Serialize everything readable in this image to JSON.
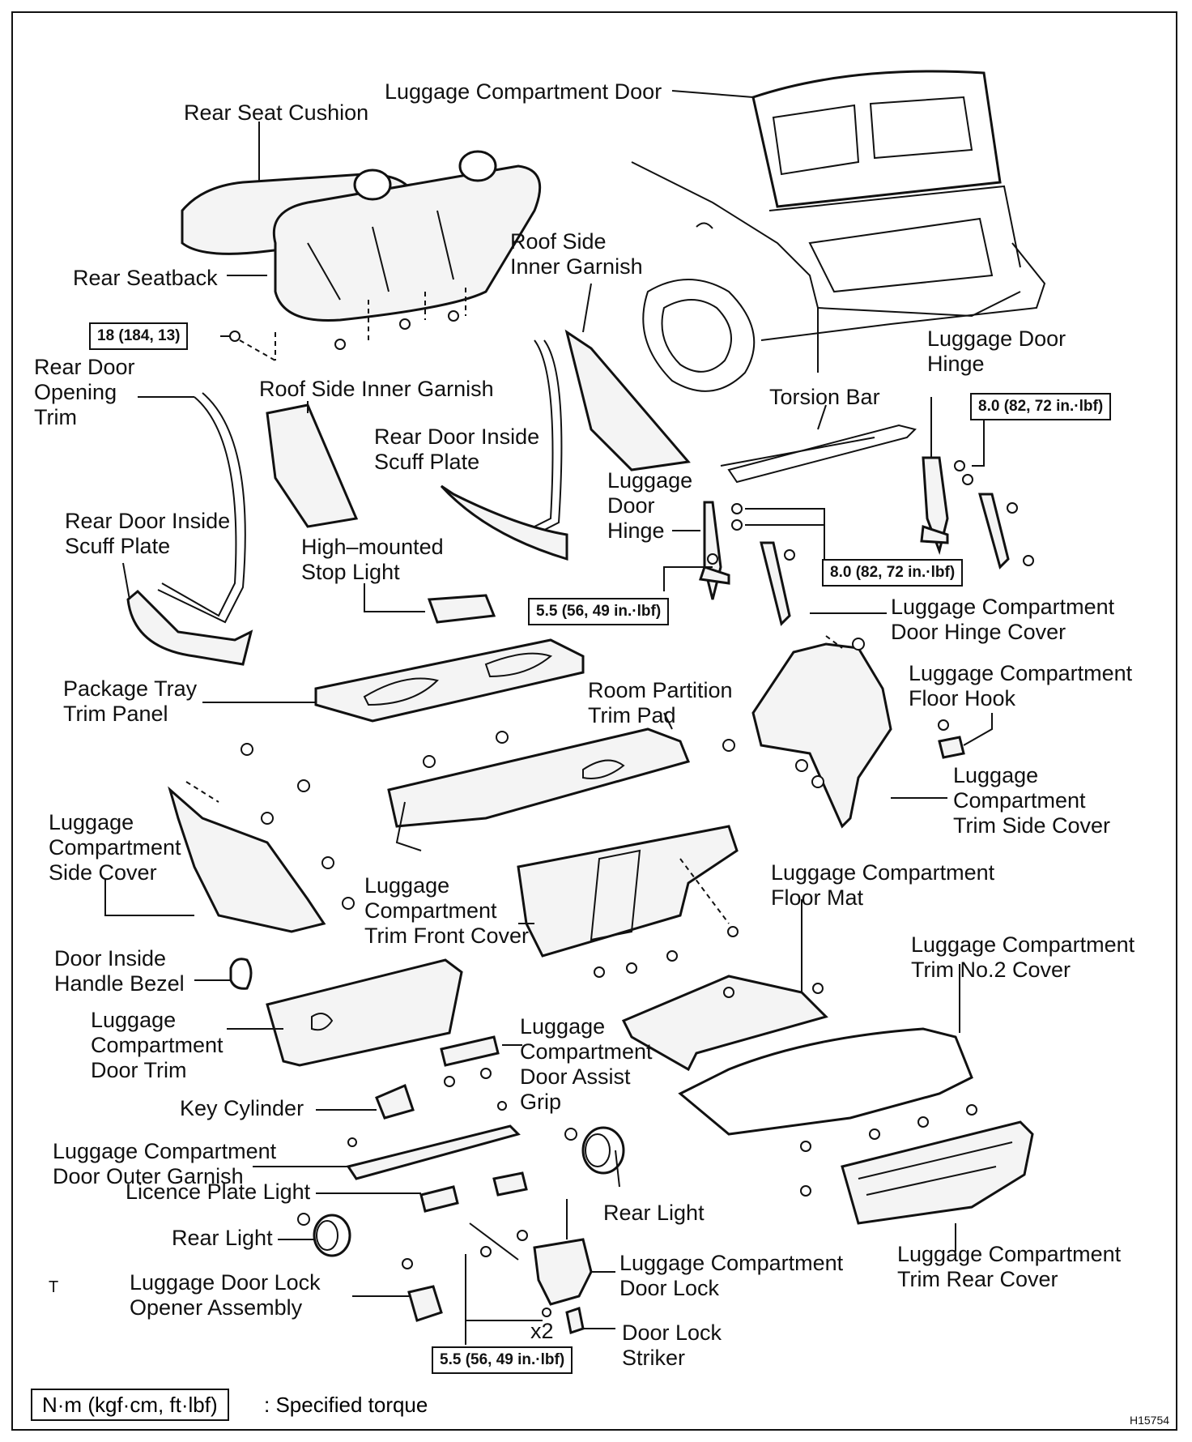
{
  "labels": {
    "luggage_compartment_door": "Luggage Compartment Door",
    "rear_seat_cushion": "Rear Seat Cushion",
    "roof_side_inner_garnish_right": "Roof Side\nInner Garnish",
    "rear_seatback": "Rear Seatback",
    "rear_door_opening_trim": "Rear Door\nOpening\nTrim",
    "roof_side_inner_garnish_left": "Roof Side Inner Garnish",
    "luggage_door_hinge_right": "Luggage Door\nHinge",
    "torsion_bar": "Torsion Bar",
    "rear_door_inside_scuff_plate_center": "Rear Door Inside\nScuff Plate",
    "luggage_door_hinge_left": "Luggage\nDoor\nHinge",
    "rear_door_inside_scuff_plate_left": "Rear Door Inside\nScuff Plate",
    "high_mounted_stop_light": "High–mounted\nStop Light",
    "luggage_compartment_door_hinge_cover": "Luggage Compartment\nDoor Hinge Cover",
    "luggage_compartment_floor_hook": "Luggage Compartment\nFloor Hook",
    "package_tray_trim_panel": "Package Tray\nTrim Panel",
    "room_partition_trim_pad": "Room Partition\nTrim Pad",
    "luggage_compartment_trim_side_cover": "Luggage\nCompartment\nTrim Side Cover",
    "luggage_compartment_side_cover": "Luggage\nCompartment\nSide Cover",
    "luggage_compartment_floor_mat": "Luggage Compartment\nFloor Mat",
    "luggage_compartment_trim_front_cover": "Luggage\nCompartment\nTrim Front Cover",
    "luggage_compartment_trim_no2_cover": "Luggage Compartment\nTrim No.2 Cover",
    "door_inside_handle_bezel": "Door Inside\nHandle Bezel",
    "luggage_compartment_door_trim": "Luggage\nCompartment\nDoor Trim",
    "luggage_compartment_door_assist_grip": "Luggage\nCompartment\nDoor Assist\nGrip",
    "key_cylinder": "Key Cylinder",
    "luggage_compartment_door_outer_garnish": "Luggage Compartment\nDoor Outer Garnish",
    "licence_plate_light": "Licence Plate Light",
    "rear_light_right": "Rear Light",
    "rear_light_left": "Rear Light",
    "luggage_compartment_door_lock": "Luggage Compartment\nDoor Lock",
    "luggage_compartment_trim_rear_cover": "Luggage Compartment\nTrim Rear Cover",
    "luggage_door_lock_opener_assembly": "Luggage Door Lock\nOpener Assembly",
    "door_lock_striker": "Door Lock\nStriker",
    "x2": "x2",
    "t_mark": "T"
  },
  "torques": {
    "seatback": "18 (184, 13)",
    "hinge_right": "8.0 (82, 72 in.·lbf)",
    "hinge_center": "8.0 (82, 72 in.·lbf)",
    "hinge_left": "5.5 (56, 49 in.·lbf)",
    "lock": "5.5 (56, 49 in.·lbf)"
  },
  "legend": {
    "unit": "N·m (kgf·cm, ft·lbf)",
    "meaning": ": Specified torque"
  },
  "figure_ref": "H15754"
}
